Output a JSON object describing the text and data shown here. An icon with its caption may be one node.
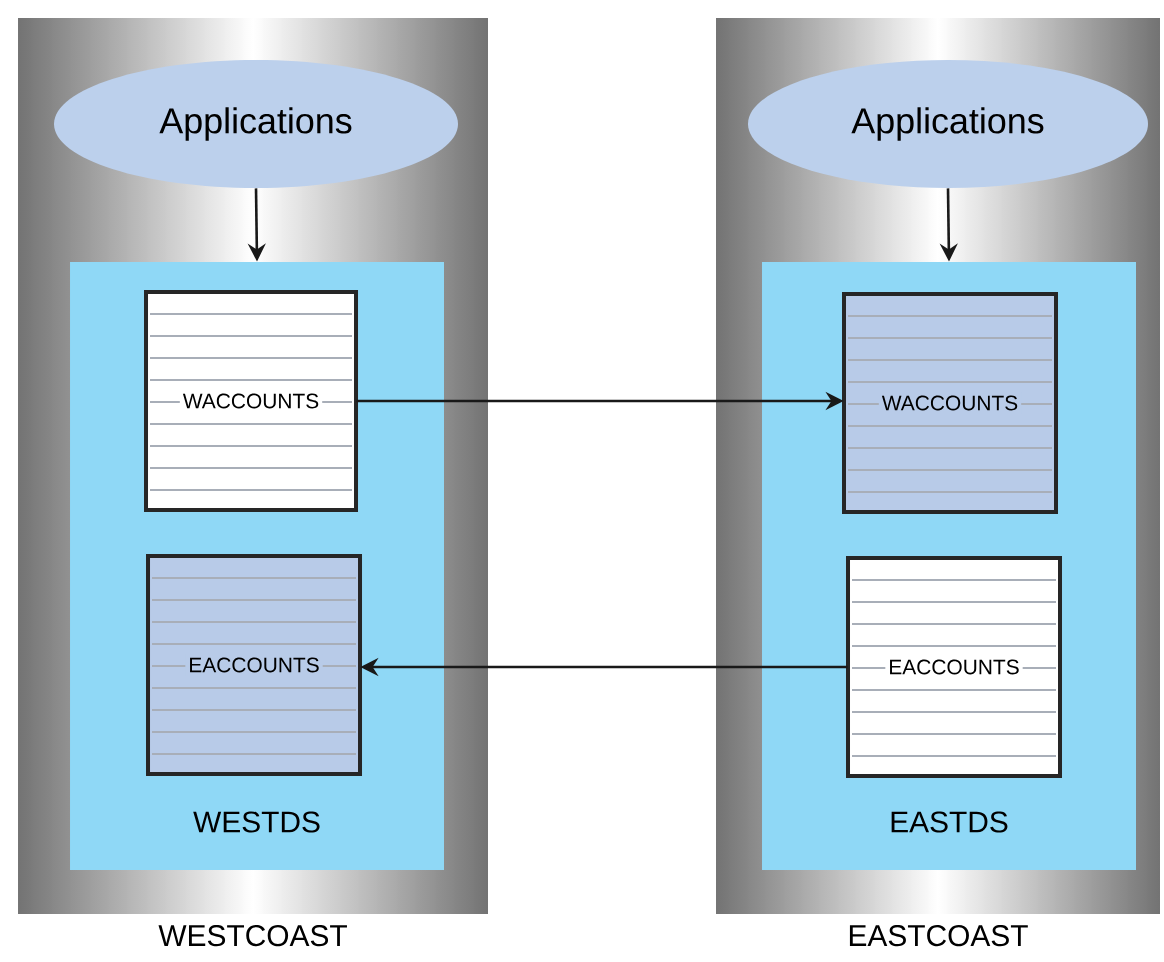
{
  "diagram": {
    "nodes": [
      {
        "text": [
          "WESTCOAST"
        ]
      },
      {
        "text": [
          "Applications"
        ],
        "in": 0
      },
      {
        "text": [
          "WESTDS"
        ],
        "in": 0
      },
      {
        "text": [
          "WACCOUNTS"
        ],
        "in": 2
      },
      {
        "text": [
          "EACCOUNTS"
        ],
        "in": 2
      },
      {
        "text": [
          "EASTCOAST"
        ]
      },
      {
        "text": [
          "Applications"
        ],
        "in": 5
      },
      {
        "text": [
          "EASTDS"
        ],
        "in": 5
      },
      {
        "text": [
          "WACCOUNTS"
        ],
        "in": 7
      },
      {
        "text": [
          "EACCOUNTS"
        ],
        "in": 7
      }
    ],
    "edges": [
      {
        "from": 1,
        "to": 2,
        "arrow": "to"
      },
      {
        "from": 6,
        "to": 7,
        "arrow": "to"
      },
      {
        "from": 3,
        "to": 8,
        "arrow": "to"
      },
      {
        "from": 9,
        "to": 4,
        "arrow": "to"
      }
    ]
  }
}
